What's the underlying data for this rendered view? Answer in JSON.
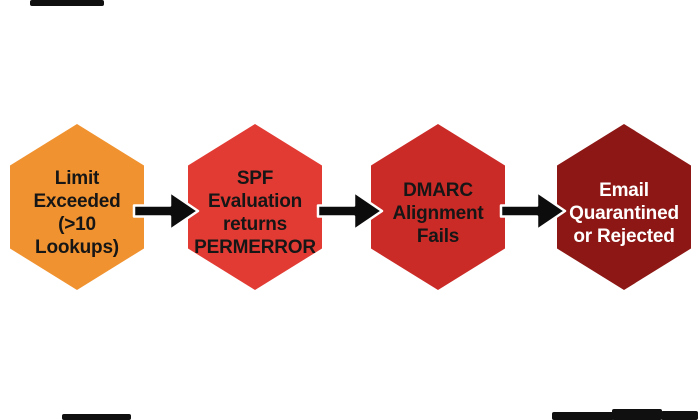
{
  "diagram": {
    "type": "flowchart",
    "direction": "left-to-right",
    "background_color": "#FFFFFF",
    "connector": {
      "style": "right-arrow",
      "color": "#0C0C0C",
      "outline_color": "#FFFFFF"
    },
    "nodes": [
      {
        "id": "limit-exceeded",
        "shape": "hexagon",
        "fill": "#F0922F",
        "text_color": "#161616",
        "label": "Limit Exceeded (>10 Lookups)",
        "lines": [
          "Limit",
          "Exceeded",
          "(>10",
          "Lookups)"
        ]
      },
      {
        "id": "spf-evaluation-permerror",
        "shape": "hexagon",
        "fill": "#E23B33",
        "text_color": "#161616",
        "label": "SPF Evaluation returns PERMERROR",
        "lines": [
          "SPF",
          "Evaluation",
          "returns",
          "PERMERROR"
        ]
      },
      {
        "id": "dmarc-alignment-fails",
        "shape": "hexagon",
        "fill": "#CB2B27",
        "text_color": "#161616",
        "label": "DMARC Alignment Fails",
        "lines": [
          "DMARC",
          "Alignment",
          "Fails"
        ]
      },
      {
        "id": "email-quarantined-or-rejected",
        "shape": "hexagon",
        "fill": "#8C1714",
        "text_color": "#FFFFFF",
        "label": "Email Quarantined or Rejected",
        "lines": [
          "Email",
          "Quarantined",
          "or Rejected"
        ]
      }
    ]
  }
}
